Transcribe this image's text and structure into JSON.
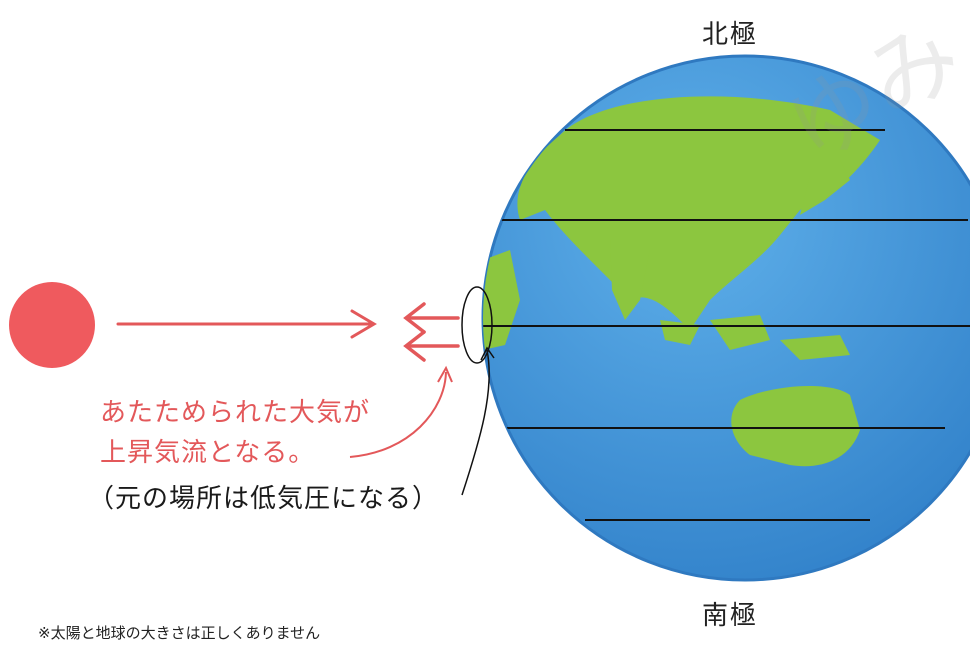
{
  "labels": {
    "north_pole": "北極",
    "south_pole": "南極",
    "warmed_air_line1": "あたためられた大気が",
    "warmed_air_line2": "上昇気流となる。",
    "low_pressure": "（元の場所は低気圧になる）",
    "footnote": "※太陽と地球の大きさは正しくありません"
  },
  "colors": {
    "sun": "#ef5a5e",
    "arrow": "#e3585a",
    "ocean": "#3a8fd6",
    "land": "#8cc63f",
    "latitude_line": "#111111"
  },
  "icons": {
    "sun": "sun-circle-icon",
    "earth": "earth-globe-icon"
  }
}
